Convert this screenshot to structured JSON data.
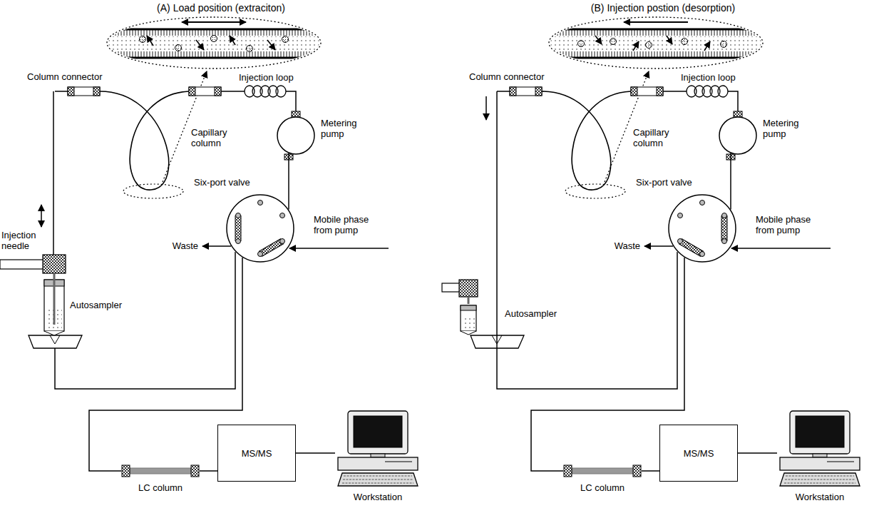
{
  "diagram": {
    "nodes": [
      {
        "text": [
          "Metering pump"
        ]
      },
      {
        "text": [
          "Six-port valve"
        ]
      },
      {
        "text": [
          "LC column"
        ]
      },
      {
        "text": [
          "MS/MS"
        ]
      },
      {
        "text": [
          "Workstation"
        ]
      },
      {
        "text": [
          "Metering pump"
        ]
      },
      {
        "text": [
          "Six-port valve"
        ]
      },
      {
        "text": [
          "LC column"
        ]
      },
      {
        "text": [
          "MS/MS"
        ]
      },
      {
        "text": [
          "Workstation"
        ]
      }
    ],
    "edges": [
      {
        "from": 0,
        "to": 1,
        "arrow": "none"
      },
      {
        "from": 1,
        "to": 2,
        "arrow": "none"
      },
      {
        "from": 2,
        "to": 3,
        "arrow": "none"
      },
      {
        "from": 3,
        "to": 4,
        "arrow": "none"
      },
      {
        "from": 5,
        "to": 6,
        "arrow": "none"
      },
      {
        "from": 6,
        "to": 7,
        "arrow": "none"
      },
      {
        "from": 7,
        "to": 8,
        "arrow": "none"
      },
      {
        "from": 8,
        "to": 9,
        "arrow": "none"
      }
    ],
    "labels": [
      "(A) Load position (extraciton)",
      "Column connector",
      "Injection loop",
      "Capillary column",
      "Injection needle",
      "Autosampler",
      "Waste",
      "Mobile phase from pump",
      "(B) Injection postion (desorption)",
      "Column connector",
      "Injection loop",
      "Capillary column",
      "Autosampler",
      "Waste",
      "Mobile phase from pump"
    ]
  }
}
